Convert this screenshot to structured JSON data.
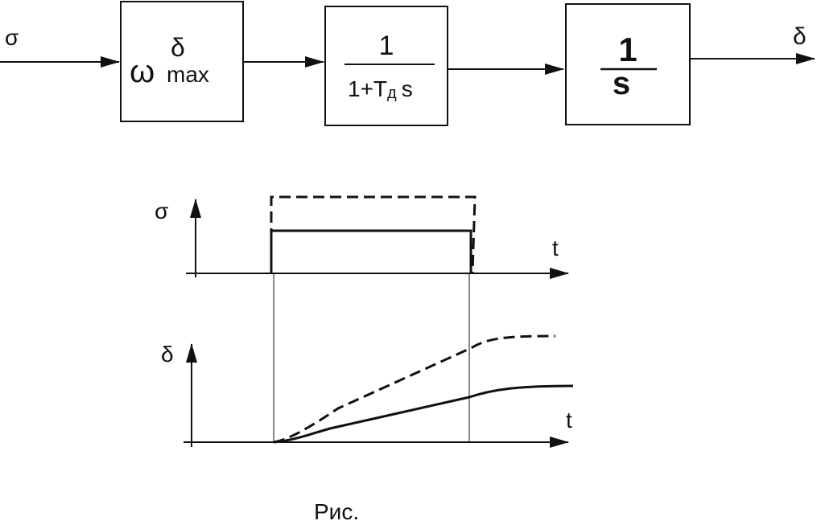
{
  "block_diagram": {
    "input_label": "σ",
    "output_label": "δ",
    "block1": {
      "main": "ω",
      "superscript": "δ",
      "subscript": "max"
    },
    "block2": {
      "numerator": "1",
      "denominator_prefix": "1+T",
      "denominator_subscript": "д",
      "denominator_suffix": "s"
    },
    "block3": {
      "numerator": "1",
      "denominator": "s"
    }
  },
  "timing_plot": {
    "top_axis_label": "σ",
    "top_time_label": "t",
    "bottom_axis_label": "δ",
    "bottom_time_label": "t"
  },
  "caption": "Рис.",
  "colors": {
    "ink": "#111111",
    "background": "#ffffff"
  }
}
